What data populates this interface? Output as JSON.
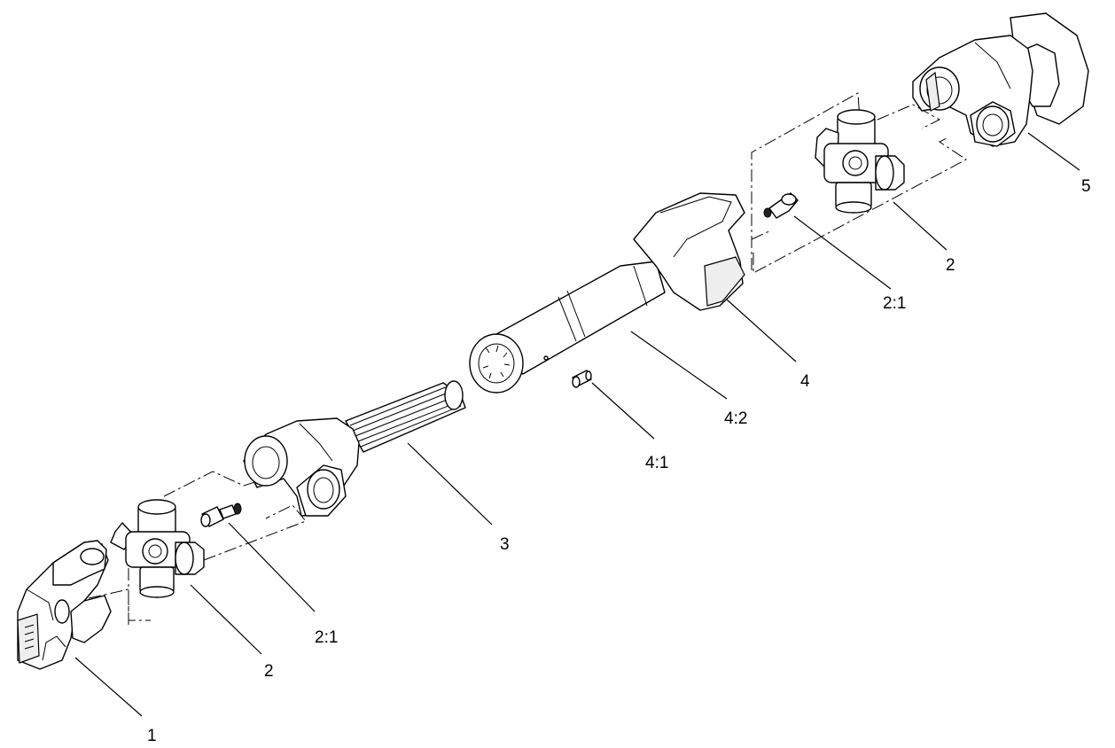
{
  "callouts": {
    "part_1": "1",
    "part_2_left": "2",
    "part_2_1_left": "2:1",
    "part_3": "3",
    "part_4_1": "4:1",
    "part_4_2": "4:2",
    "part_4": "4",
    "part_2_1_right": "2:1",
    "part_2_right": "2",
    "part_5": "5"
  }
}
